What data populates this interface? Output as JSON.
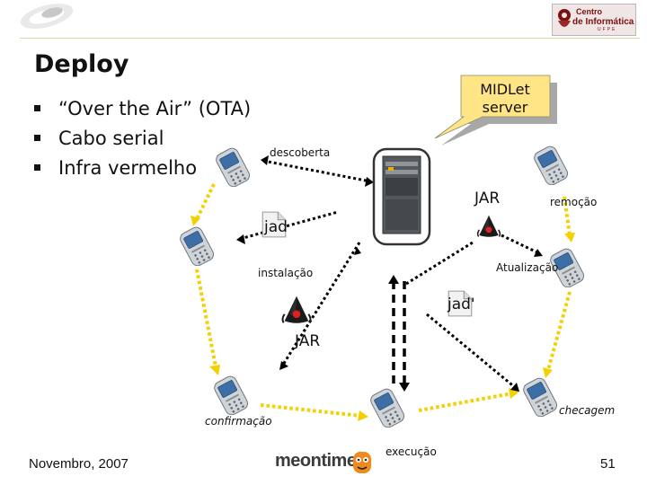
{
  "slide": {
    "title": "Deploy",
    "bullets": [
      "“Over the Air” (OTA)",
      "Cabo serial",
      "Infra vermelho"
    ],
    "footer_date": "Novembro, 2007",
    "page_number": "51"
  },
  "callout": {
    "line1": "MIDLet",
    "line2": "server"
  },
  "labels": {
    "descoberta": "descoberta",
    "jar_top": "JAR",
    "remocao": "remoção",
    "jad": "jad",
    "instalacao": "instalação",
    "atualizacao": "Atualização",
    "jad_prime": "jad'",
    "jar_center": "JAR",
    "checagem": "checagem",
    "confirmacao": "confirmação",
    "execucao": "execução"
  },
  "logos": {
    "partner": "meontime",
    "institution_line1": "Centro",
    "institution_line2": "de Informática",
    "institution_line3": "UFPE"
  },
  "colors": {
    "cycle_arrow": "#f5d000",
    "callout_fill": "#ffe585",
    "callout_shadow": "#a8a8a8",
    "institution_red": "#7a1010"
  },
  "icons": [
    "phone-icon",
    "server-icon",
    "java-duke-icon",
    "document-icon"
  ]
}
